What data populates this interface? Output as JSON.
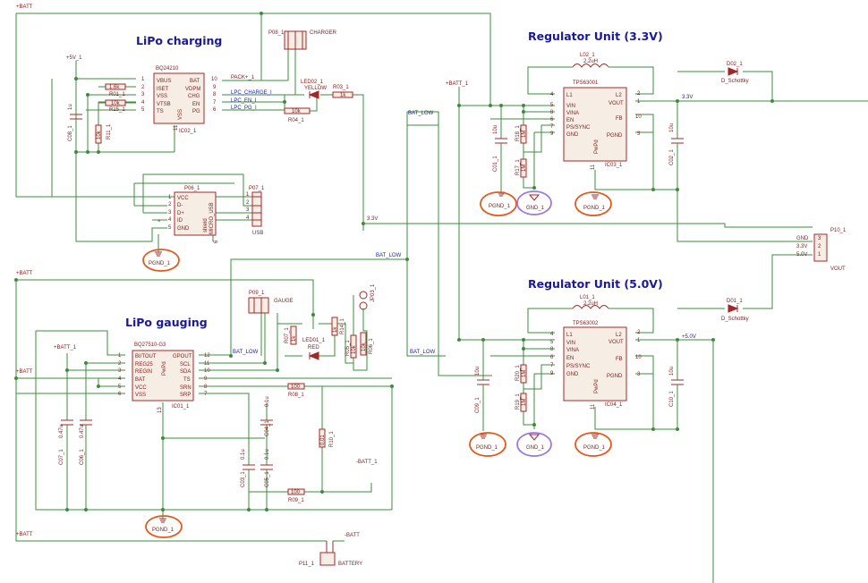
{
  "titles": {
    "charging": "LiPo charging",
    "gauging": "LiPo gauging",
    "reg33": "Regulator Unit (3.3V)",
    "reg50": "Regulator Unit (5.0V)"
  },
  "rails": {
    "batt_top": "+BATT",
    "batt_mid": "+BATT",
    "batt_gauge": "+BATT",
    "batt_bot": "+BATT",
    "batt_reg": "+BATT_1",
    "batt_gauge_in": "+BATT_1",
    "neg_batt1": "-BATT_1",
    "neg_batt": "-BATT",
    "v5": "+5V_1",
    "v33": "3.3V",
    "v33b": "3.3V",
    "v50": "+5.0V"
  },
  "nets": {
    "bat_low_1": "BAT_LOW",
    "bat_low_2": "BAT_LOW",
    "bat_low_3": "BAT_LOW",
    "bat_low_4": "BAT_LOW",
    "pack": "PACK+_1",
    "chg": "LPC_CHARGE_I",
    "en": "LPC_EN_I",
    "pg": "LPC_PG_I"
  },
  "charger_ic": {
    "name": "BQ24210",
    "ref": "IC02_1",
    "left_pins": [
      {
        "num": "1",
        "name": "VBUS"
      },
      {
        "num": "2",
        "name": "ISET"
      },
      {
        "num": "3",
        "name": "VSS"
      },
      {
        "num": "4",
        "name": "VTSB"
      },
      {
        "num": "5",
        "name": "TS"
      }
    ],
    "right_pins": [
      {
        "num": "10",
        "name": "BAT"
      },
      {
        "num": "9",
        "name": "VDPM"
      },
      {
        "num": "8",
        "name": "CHG"
      },
      {
        "num": "7",
        "name": "EN"
      },
      {
        "num": "6",
        "name": "PG"
      }
    ],
    "vss_side": "VSS",
    "vss_num": "11"
  },
  "gauge_ic": {
    "name": "BQ27510-G3",
    "ref": "IC01_1",
    "left_pins": [
      {
        "num": "1",
        "name": "BI/TOUT"
      },
      {
        "num": "2",
        "name": "REG25"
      },
      {
        "num": "3",
        "name": "REGIN"
      },
      {
        "num": "4",
        "name": "BAT"
      },
      {
        "num": "5",
        "name": "VCC"
      },
      {
        "num": "6",
        "name": "VSS"
      }
    ],
    "right_pins": [
      {
        "num": "12",
        "name": "GPOUT"
      },
      {
        "num": "11",
        "name": "SCL"
      },
      {
        "num": "10",
        "name": "SDA"
      },
      {
        "num": "9",
        "name": "TS"
      },
      {
        "num": "8",
        "name": "SRN"
      },
      {
        "num": "7",
        "name": "SRP"
      }
    ],
    "pwpd": "PwPd",
    "pwpd_num": "13"
  },
  "reg33_ic": {
    "name": "TPS63001",
    "ref": "IC03_1",
    "left_pins": [
      {
        "num": "4",
        "name": "L1"
      },
      {
        "num": "5",
        "name": "VIN"
      },
      {
        "num": "8",
        "name": "VINA"
      },
      {
        "num": "6",
        "name": "EN"
      },
      {
        "num": "7",
        "name": "PS/SYNC"
      },
      {
        "num": "9",
        "name": "GND"
      }
    ],
    "right_pins": [
      {
        "num": "2",
        "name": "L2"
      },
      {
        "num": "1",
        "name": "VOUT"
      },
      {
        "num": "10",
        "name": "FB"
      },
      {
        "num": "3",
        "name": "PGND"
      }
    ],
    "pwpd": "PwPd",
    "pwpd_num": "11"
  },
  "reg50_ic": {
    "name": "TPS63002",
    "ref": "IC04_1",
    "left_pins": [
      {
        "num": "4",
        "name": "L1"
      },
      {
        "num": "5",
        "name": "VIN"
      },
      {
        "num": "8",
        "name": "VINA"
      },
      {
        "num": "6",
        "name": "EN"
      },
      {
        "num": "7",
        "name": "PS/SYNC"
      },
      {
        "num": "9",
        "name": "GND"
      }
    ],
    "right_pins": [
      {
        "num": "2",
        "name": "L2"
      },
      {
        "num": "1",
        "name": "VOUT"
      },
      {
        "num": "10",
        "name": "FB"
      },
      {
        "num": "3",
        "name": "PGND"
      }
    ],
    "pwpd": "PwPd",
    "pwpd_num": "11"
  },
  "connectors": {
    "p08": {
      "ref": "P08_1",
      "label": "CHARGER"
    },
    "p06": {
      "ref": "P06_1",
      "type": "MICRO_USB",
      "shield": "shield",
      "pins": [
        {
          "num": "1",
          "name": "VCC"
        },
        {
          "num": "2",
          "name": "D-"
        },
        {
          "num": "3",
          "name": "D+"
        },
        {
          "num": "4",
          "name": "ID"
        },
        {
          "num": "5",
          "name": "GND"
        }
      ],
      "shield_num": "6"
    },
    "p07": {
      "ref": "P07_1",
      "label": "USB",
      "pins": [
        "1",
        "2",
        "3",
        "4"
      ]
    },
    "p09": {
      "ref": "P09_1",
      "label": "GAUGE"
    },
    "p10": {
      "ref": "P10_1",
      "label": "VOUT",
      "pins": [
        {
          "num": "3",
          "name": "GND"
        },
        {
          "num": "2",
          "name": "3.3V"
        },
        {
          "num": "1",
          "name": "5.0V"
        }
      ]
    },
    "p11": {
      "ref": "P11_1",
      "label": "BATTERY"
    },
    "jp03": {
      "ref": "JP03_1"
    }
  },
  "resistors": [
    {
      "id": "r_iset",
      "value": "1.6k",
      "ref": "R01_1"
    },
    {
      "id": "r_vtsb",
      "value": "10k",
      "ref": "R15_1"
    },
    {
      "id": "r_r11",
      "value": "10k",
      "ref": "R11_1"
    },
    {
      "id": "r_r03",
      "value": "1k",
      "ref": "R03_1"
    },
    {
      "id": "r_r04",
      "value": "10k",
      "ref": "R04_1"
    },
    {
      "id": "r_r07",
      "value": "1k",
      "ref": "R07_1"
    },
    {
      "id": "r_r14",
      "value": "1k",
      "ref": "R14_1"
    },
    {
      "id": "r_r05",
      "value": "10k",
      "ref": "R05_1"
    },
    {
      "id": "r_r06",
      "value": "10k",
      "ref": "R06_1"
    },
    {
      "id": "r_r08",
      "value": "100",
      "ref": "R08_1"
    },
    {
      "id": "r_r09",
      "value": "100",
      "ref": "R09_1"
    },
    {
      "id": "r_r10",
      "value": "0.01",
      "ref": "R10_1"
    },
    {
      "id": "r_r18",
      "value": "1M",
      "ref": "R18_1"
    },
    {
      "id": "r_r17",
      "value": "1M",
      "ref": "R17_1"
    },
    {
      "id": "r_r20",
      "value": "1M",
      "ref": "R20_1"
    },
    {
      "id": "r_r19",
      "value": "1M",
      "ref": "R19_1"
    }
  ],
  "capacitors": [
    {
      "id": "c08",
      "value": "1u",
      "ref": "C08_1"
    },
    {
      "id": "c07",
      "value": "0.47u",
      "ref": "C07_1"
    },
    {
      "id": "c06",
      "value": "0.47u",
      "ref": "C06_1"
    },
    {
      "id": "c03",
      "value": "0.1u",
      "ref": "C03_1"
    },
    {
      "id": "c04",
      "value": "0.1u",
      "ref": "C04_1"
    },
    {
      "id": "c05",
      "value": "0.1u",
      "ref": "C05_1"
    },
    {
      "id": "c01",
      "value": "10u",
      "ref": "C01_1"
    },
    {
      "id": "c02",
      "value": "10u",
      "ref": "C02_1"
    },
    {
      "id": "c09",
      "value": "10u",
      "ref": "C09_1"
    },
    {
      "id": "c10",
      "value": "10u",
      "ref": "C10_1"
    }
  ],
  "inductors": [
    {
      "id": "l02",
      "ref": "L02_1",
      "value": "2.2uH"
    },
    {
      "id": "l01",
      "ref": "L01_1",
      "value": "2.2uH"
    }
  ],
  "diodes": [
    {
      "id": "d02",
      "ref": "D02_1",
      "type": "D_Schottky"
    },
    {
      "id": "d01",
      "ref": "D01_1",
      "type": "D_Schottky"
    }
  ],
  "leds": [
    {
      "id": "led02",
      "ref": "LED02_1",
      "color": "YELLOW"
    },
    {
      "id": "led01",
      "ref": "LED01_1",
      "color": "RED"
    }
  ],
  "grounds": [
    {
      "id": "pgnd_usb",
      "label": "PGND_1"
    },
    {
      "id": "pgnd_gauge",
      "label": "PGND_1"
    },
    {
      "id": "pgnd_r33a",
      "label": "PGND_1"
    },
    {
      "id": "gnd_r33",
      "label": "GND_1"
    },
    {
      "id": "pgnd_r33b",
      "label": "PGND_1"
    },
    {
      "id": "pgnd_r50a",
      "label": "PGND_1"
    },
    {
      "id": "gnd_r50",
      "label": "GND_1"
    },
    {
      "id": "pgnd_r50b",
      "label": "PGND_1"
    }
  ],
  "colors": {
    "wire": "#3d8c3d",
    "part": "#a12828",
    "title": "#1a1a99",
    "highlight_pgnd": "#e05a1e",
    "highlight_gnd": "#9a7adf"
  }
}
